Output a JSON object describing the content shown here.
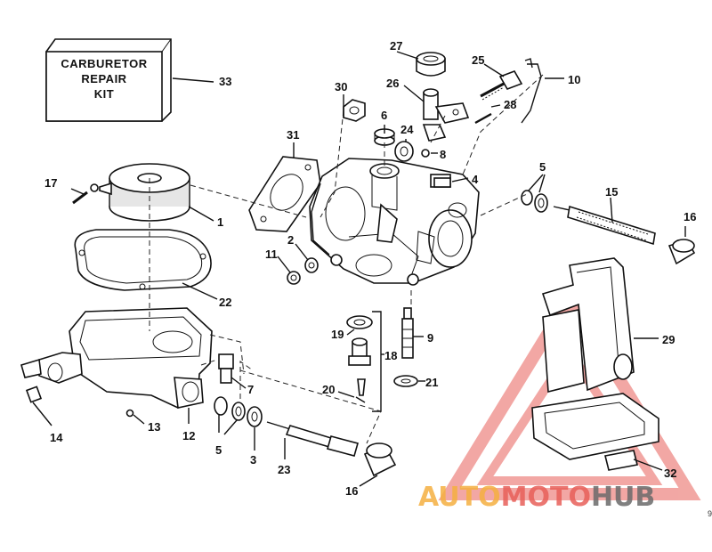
{
  "kit_box": {
    "line1": "CARBURETOR",
    "line2": "REPAIR",
    "line3": "KIT"
  },
  "callouts": {
    "p1": "1",
    "p2": "2",
    "p3": "3",
    "p4": "4",
    "p5a": "5",
    "p5b": "5",
    "p6": "6",
    "p7": "7",
    "p8": "8",
    "p9": "9",
    "p10": "10",
    "p11": "11",
    "p12": "12",
    "p13": "13",
    "p14": "14",
    "p15": "15",
    "p16a": "16",
    "p16b": "16",
    "p17": "17",
    "p18": "18",
    "p19": "19",
    "p20": "20",
    "p21": "21",
    "p22": "22",
    "p23": "23",
    "p24": "24",
    "p25": "25",
    "p26": "26",
    "p27": "27",
    "p28": "28",
    "p29": "29",
    "p30": "30",
    "p31": "31",
    "p32": "32",
    "p33": "33"
  },
  "watermark": {
    "part1": "AUTO",
    "part2": "MOTO",
    "part3": "HUB",
    "color_a": "#f5b041",
    "color_b": "#e8605a",
    "color_c": "#6b6b6b"
  },
  "corner_mark": "9"
}
